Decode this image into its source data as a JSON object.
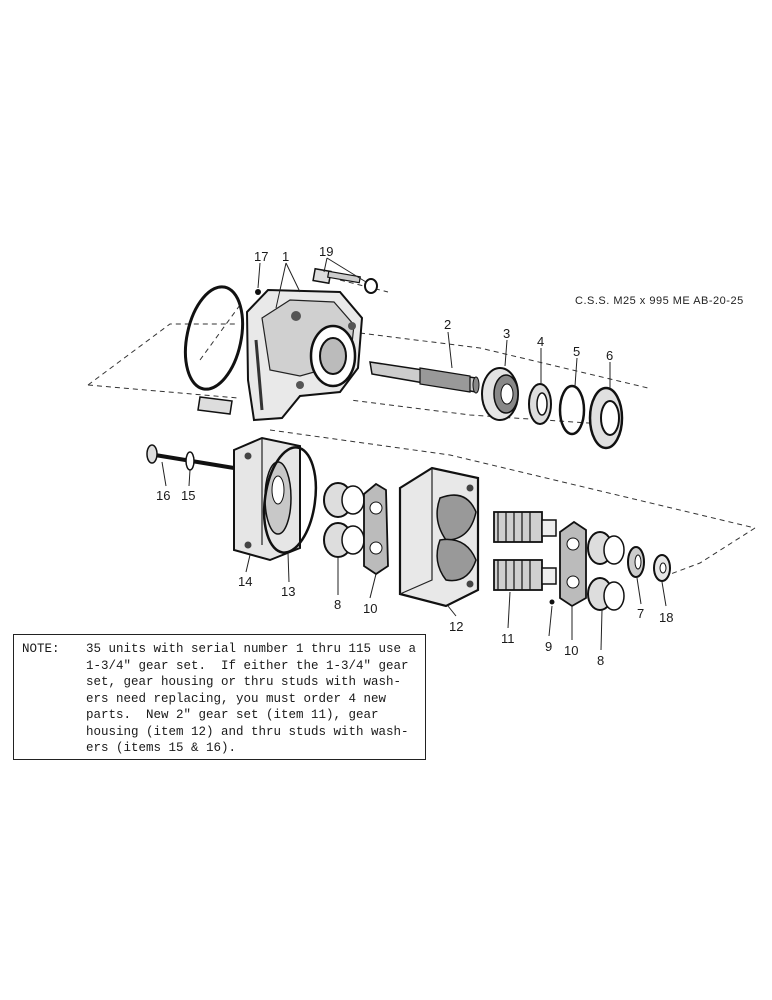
{
  "reference_code": "C.S.S. M25 x 995 ME AB-20-25",
  "callouts": {
    "c1": "1",
    "c2": "2",
    "c3": "3",
    "c4": "4",
    "c5": "5",
    "c6": "6",
    "c7": "7",
    "c8a": "8",
    "c8b": "8",
    "c9": "9",
    "c10a": "10",
    "c10b": "10",
    "c11": "11",
    "c12": "12",
    "c13": "13",
    "c14": "14",
    "c15": "15",
    "c16": "16",
    "c17": "17",
    "c18": "18",
    "c19": "19"
  },
  "note": {
    "label": "NOTE:",
    "lines": [
      "35 units with serial number 1 thru 115 use a",
      "1-3/4\" gear set.  If either the 1-3/4\" gear",
      "set, gear housing or thru studs with wash-",
      "ers need replacing, you must order 4 new",
      "parts.  New 2\" gear set (item 11), gear",
      "housing (item 12) and thru studs with wash-",
      "ers (items 15 & 16)."
    ]
  }
}
